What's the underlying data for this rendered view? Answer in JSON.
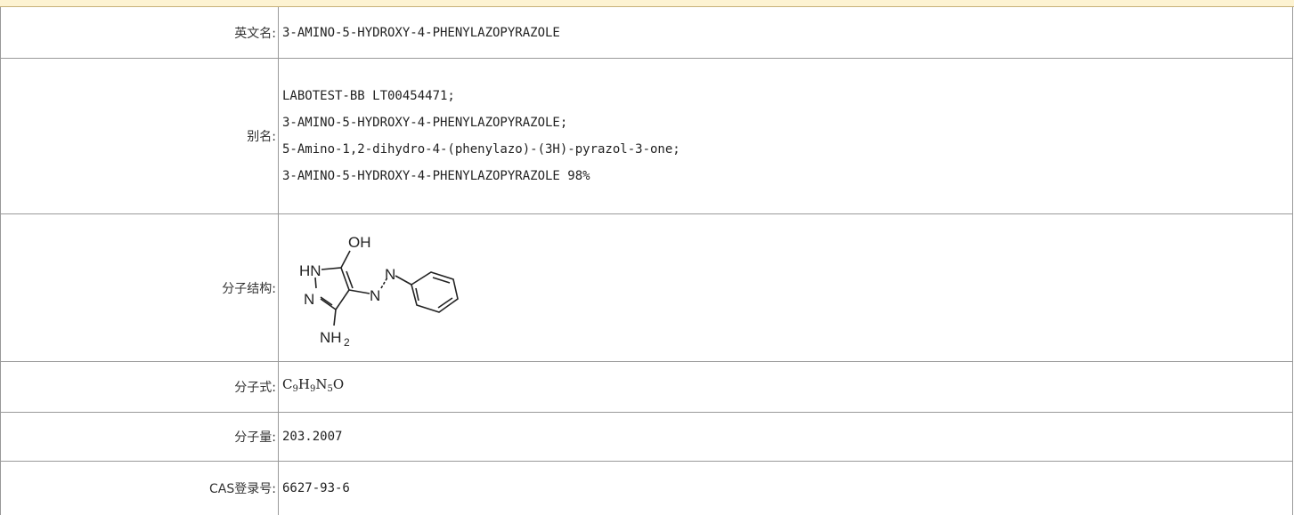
{
  "rows": {
    "english_name": {
      "label": "英文名:",
      "value": "3-AMINO-5-HYDROXY-4-PHENYLAZOPYRAZOLE"
    },
    "aliases": {
      "label": "别名:",
      "items": [
        "LABOTEST-BB LT00454471;",
        "3-AMINO-5-HYDROXY-4-PHENYLAZOPYRAZOLE;",
        "5-Amino-1,2-dihydro-4-(phenylazo)-(3H)-pyrazol-3-one;",
        "3-AMINO-5-HYDROXY-4-PHENYLAZOPYRAZOLE 98%"
      ]
    },
    "structure": {
      "label": "分子结构:",
      "atoms": {
        "oh": "OH",
        "hn": "HN",
        "n_ring": "N",
        "n_azo1": "N",
        "n_azo2": "N",
        "nh": "NH",
        "nh_sub": "2"
      }
    },
    "formula": {
      "label": "分子式:",
      "parts": [
        "C",
        "9",
        "H",
        "9",
        "N",
        "5",
        "O"
      ]
    },
    "weight": {
      "label": "分子量:",
      "value": "203.2007"
    },
    "cas": {
      "label": "CAS登录号:",
      "value": "6627-93-6"
    }
  }
}
